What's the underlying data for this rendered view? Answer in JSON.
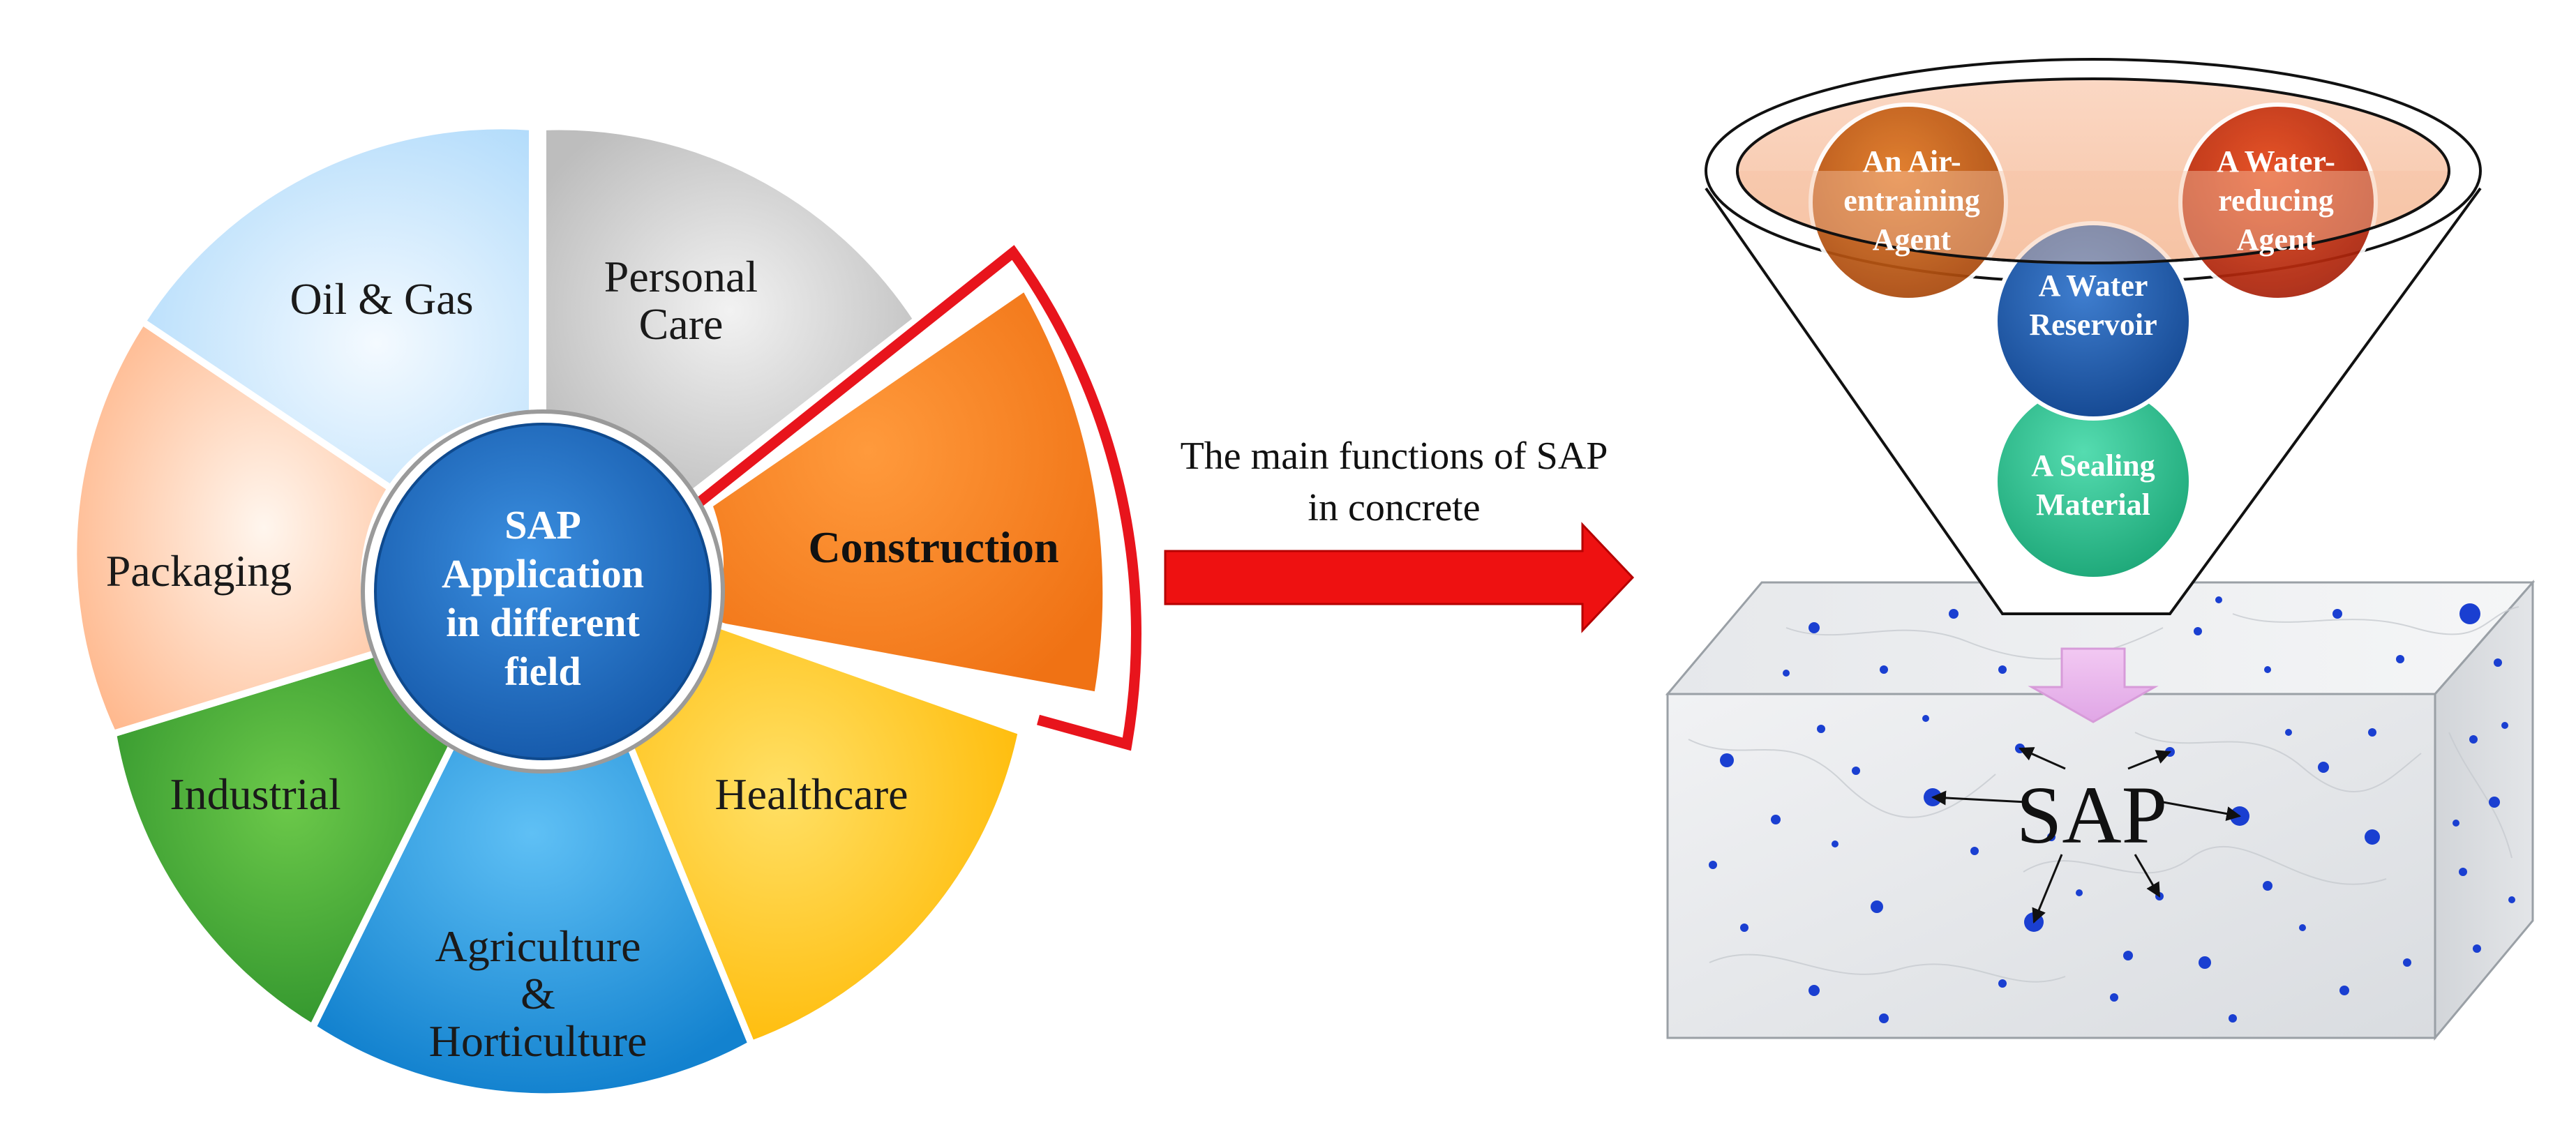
{
  "center": {
    "line1": "SAP",
    "line2": "Application",
    "line3": "in different",
    "line4": "field",
    "color": "#1f6fc4"
  },
  "segments": [
    {
      "id": "personal-care",
      "lines": [
        "Personal",
        "Care"
      ],
      "color": "#c8c8c8"
    },
    {
      "id": "construction",
      "lines": [
        "Construction"
      ],
      "color": "#f5841f",
      "highlight": "#e8141c"
    },
    {
      "id": "healthcare",
      "lines": [
        "Healthcare"
      ],
      "color": "#ffc200"
    },
    {
      "id": "agriculture",
      "lines": [
        "Agriculture",
        "&",
        "Horticulture"
      ],
      "color": "#1f9be0"
    },
    {
      "id": "industrial",
      "lines": [
        "Industrial"
      ],
      "color": "#3aaa35"
    },
    {
      "id": "packaging",
      "lines": [
        "Packaging"
      ],
      "color": "#ffd8c2"
    },
    {
      "id": "oil-gas",
      "lines": [
        "Oil & Gas"
      ],
      "color": "#d6ebfb"
    }
  ],
  "arrow": {
    "caption_line1": "The main functions of SAP",
    "caption_line2": "in concrete",
    "color": "#ee1111"
  },
  "functions": [
    {
      "id": "air-entraining",
      "lines": [
        "An Air-",
        "entraining",
        "Agent"
      ],
      "color": "#c55a11"
    },
    {
      "id": "water-reducing",
      "lines": [
        "A Water-",
        "reducing",
        "Agent"
      ],
      "color": "#c0290f"
    },
    {
      "id": "water-reservoir",
      "lines": [
        "A Water",
        "Reservoir"
      ],
      "color": "#1f5aa8"
    },
    {
      "id": "sealing-material",
      "lines": [
        "A Sealing",
        "Material"
      ],
      "color": "#2fc495"
    }
  ],
  "concrete": {
    "label": "SAP",
    "particle_color": "#1a3fd1"
  }
}
